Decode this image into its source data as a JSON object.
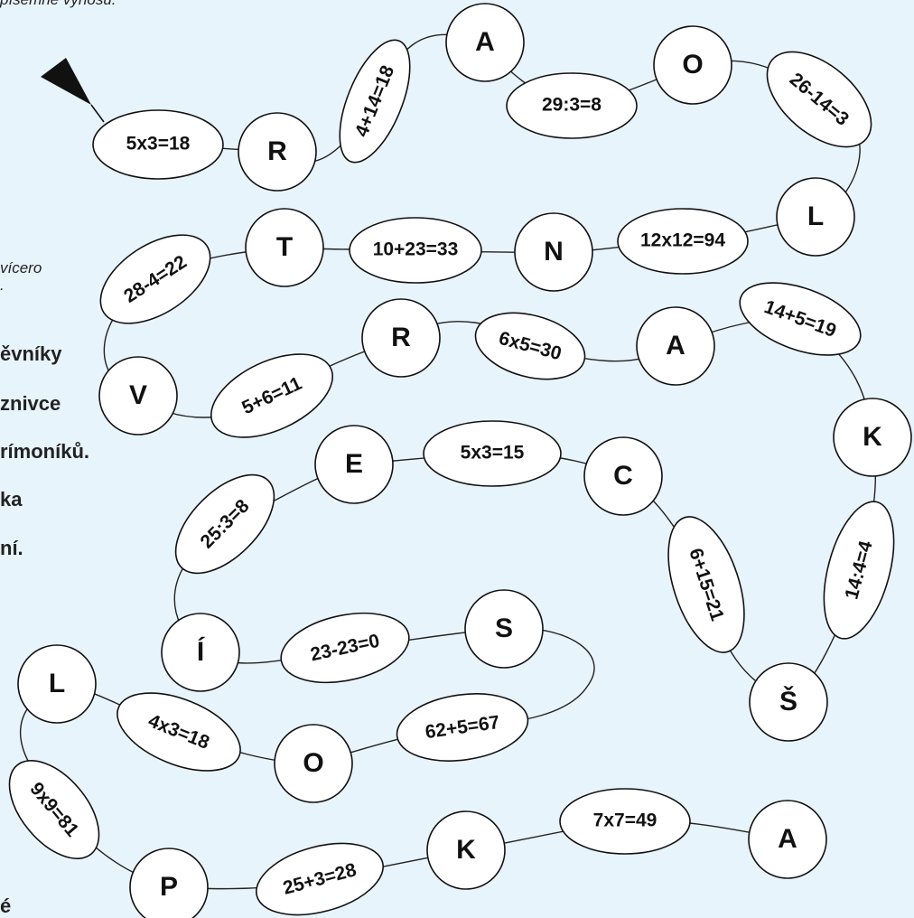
{
  "fragments": {
    "top_italic": "písemné výnosu.",
    "vicero": "vícero",
    "dot": ".",
    "line1": "ěvníky",
    "line2": "znivce",
    "line3": "rímoníků.",
    "line4": "ka",
    "line5": "ní.",
    "bottom": "é"
  },
  "start_marker": "arrow-start-icon",
  "path_nodes": [
    {
      "kind": "oval",
      "text": "5x3=18"
    },
    {
      "kind": "circle",
      "text": "R"
    },
    {
      "kind": "oval",
      "text": "4+14=18"
    },
    {
      "kind": "circle",
      "text": "A"
    },
    {
      "kind": "oval",
      "text": "29:3=8"
    },
    {
      "kind": "circle",
      "text": "O"
    },
    {
      "kind": "oval",
      "text": "26-14=3"
    },
    {
      "kind": "circle",
      "text": "L"
    },
    {
      "kind": "oval",
      "text": "12x12=94"
    },
    {
      "kind": "circle",
      "text": "N"
    },
    {
      "kind": "oval",
      "text": "10+23=33"
    },
    {
      "kind": "circle",
      "text": "T"
    },
    {
      "kind": "oval",
      "text": "28-4=22"
    },
    {
      "kind": "circle",
      "text": "V"
    },
    {
      "kind": "oval",
      "text": "5+6=11"
    },
    {
      "kind": "circle",
      "text": "R"
    },
    {
      "kind": "oval",
      "text": "6x5=30"
    },
    {
      "kind": "circle",
      "text": "A"
    },
    {
      "kind": "oval",
      "text": "14+5=19"
    },
    {
      "kind": "circle",
      "text": "K"
    },
    {
      "kind": "oval",
      "text": "14:4=4"
    },
    {
      "kind": "circle",
      "text": "Š"
    },
    {
      "kind": "oval",
      "text": "6+15=21"
    },
    {
      "kind": "circle",
      "text": "C"
    },
    {
      "kind": "oval",
      "text": "5x3=15"
    },
    {
      "kind": "circle",
      "text": "E"
    },
    {
      "kind": "oval",
      "text": "25:3=8"
    },
    {
      "kind": "circle",
      "text": "Í"
    },
    {
      "kind": "oval",
      "text": "23-23=0"
    },
    {
      "kind": "circle",
      "text": "S"
    },
    {
      "kind": "oval",
      "text": "62+5=67"
    },
    {
      "kind": "circle",
      "text": "O"
    },
    {
      "kind": "oval",
      "text": "4x3=18"
    },
    {
      "kind": "circle",
      "text": "L"
    },
    {
      "kind": "oval",
      "text": "9x9=81"
    },
    {
      "kind": "circle",
      "text": "P"
    },
    {
      "kind": "oval",
      "text": "25+3=28"
    },
    {
      "kind": "circle",
      "text": "K"
    },
    {
      "kind": "oval",
      "text": "7x7=49"
    },
    {
      "kind": "circle",
      "text": "A"
    }
  ]
}
